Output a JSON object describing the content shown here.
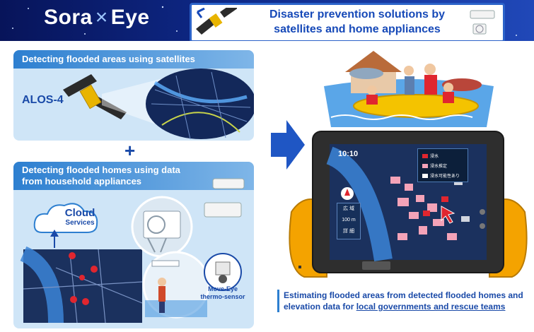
{
  "header": {
    "brand_left": "Sora",
    "brand_sep": "×",
    "brand_right": "Eye",
    "tagline": "Disaster prevention solutions by satellites and home appliances"
  },
  "panel_satellite": {
    "title": "Detecting flooded areas using satellites",
    "satellite_name": "ALOS-4"
  },
  "plus_sign": "+",
  "panel_appliances": {
    "title": "Detecting flooded homes using data from household appliances",
    "cloud_title": "Cloud",
    "cloud_subtitle": "Services",
    "sensor_label_1": "Move-Eye",
    "sensor_label_2": "thermo-sensor"
  },
  "tablet": {
    "time": "10:10",
    "legend": [
      {
        "label": "浸水",
        "color": "#e0262f"
      },
      {
        "label": "浸水推定",
        "color": "#f4a3b8"
      },
      {
        "label": "浸水可能性あり",
        "color": "#ffffff"
      }
    ],
    "zoom_wide": "広 域",
    "zoom_scale": "100 m",
    "zoom_detail": "詳 細"
  },
  "caption": {
    "text_plain": "Estimating flooded areas from detected flooded homes and elevation data for ",
    "text_underlined": "local governments and rescue teams"
  },
  "colors": {
    "header_bg": "#0f2a8a",
    "accent_blue": "#1a4aa8",
    "panel_bg": "#cfe5f7",
    "flood_red": "#e0262f"
  }
}
